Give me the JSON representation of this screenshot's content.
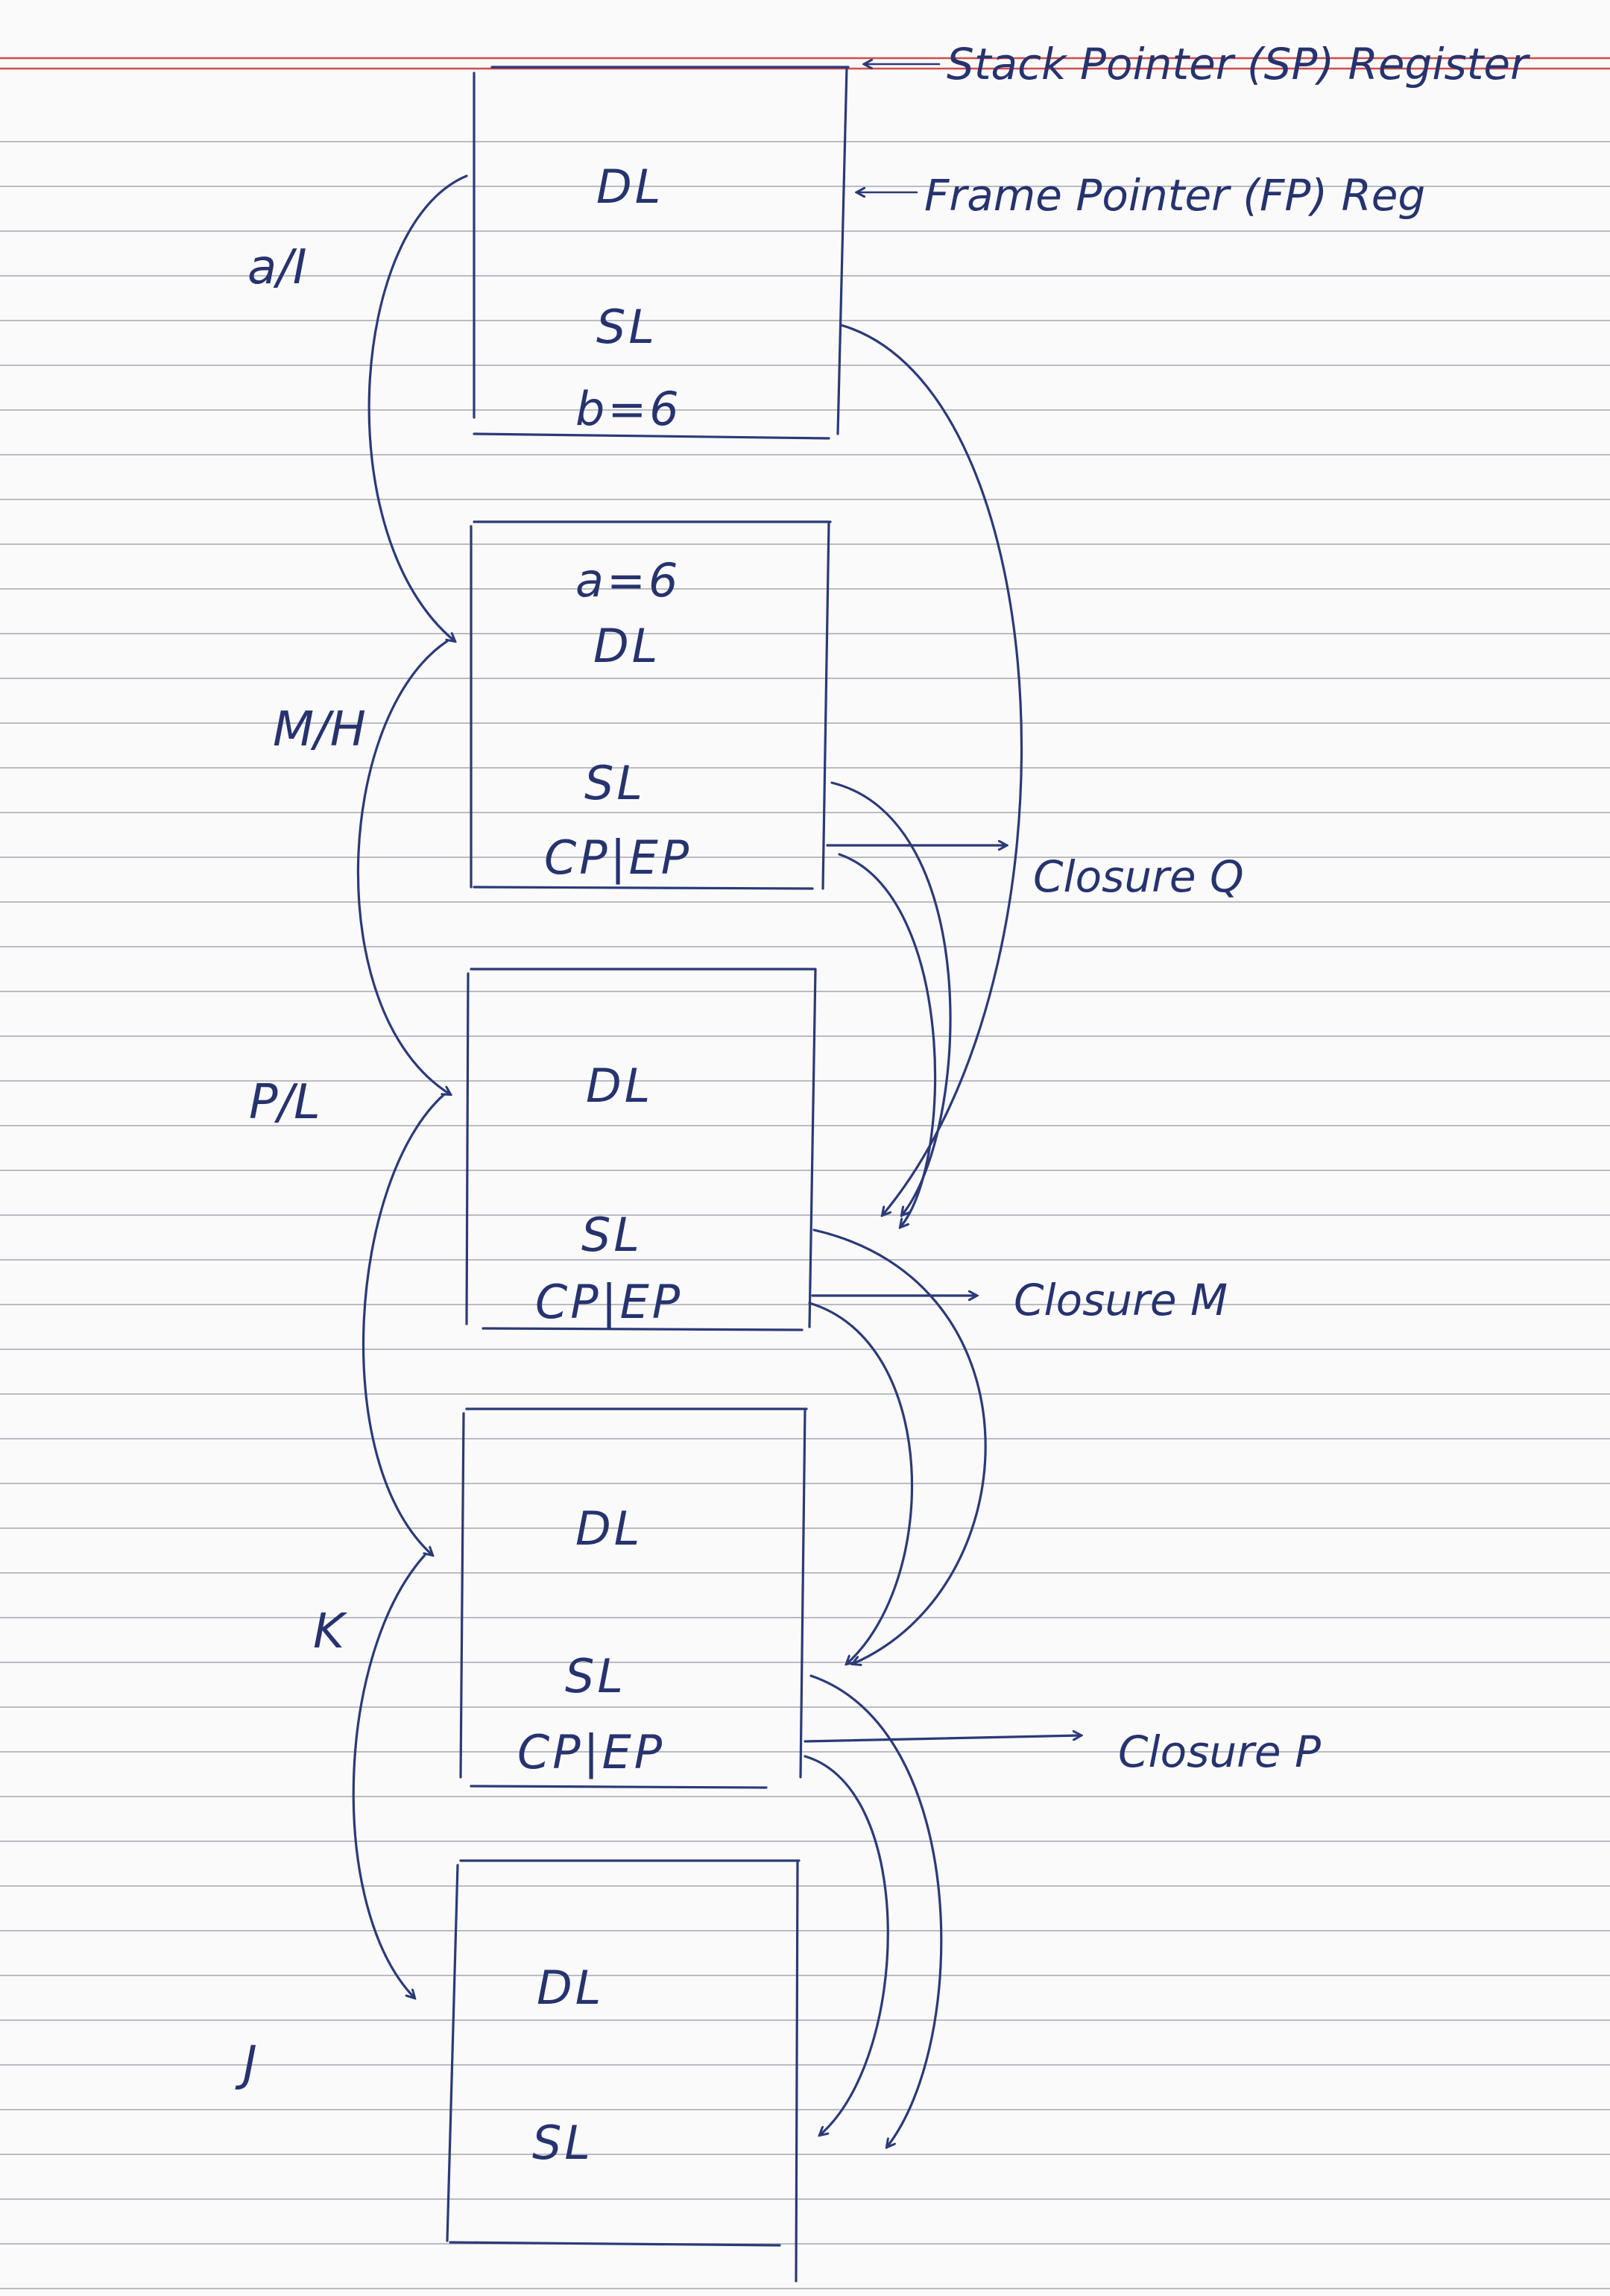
{
  "registers": {
    "sp": "Stack Pointer (SP) Register",
    "fp": "Frame Pointer (FP) Reg"
  },
  "frames": [
    {
      "label": "a/I",
      "slots": [
        "DL",
        "SL",
        "b=6"
      ]
    },
    {
      "label": "M/H",
      "slots": [
        "a=6",
        "DL",
        "SL",
        "CP|EP"
      ]
    },
    {
      "label": "P/L",
      "slots": [
        "DL",
        "SL",
        "CP|EP"
      ]
    },
    {
      "label": "K",
      "slots": [
        "DL",
        "SL",
        "CP|EP"
      ]
    },
    {
      "label": "J",
      "slots": [
        "DL",
        "SL"
      ]
    }
  ],
  "closures": [
    {
      "text": "Closure Q"
    },
    {
      "text": "Closure M"
    },
    {
      "text": "Closure P"
    }
  ],
  "links": {
    "dynamic": [
      "DL",
      "DL",
      "DL",
      "DL"
    ],
    "static": [
      "SL",
      "SL",
      "SL",
      "SL",
      "SL",
      "SL"
    ]
  },
  "colors": {
    "ink": "#2b3a78",
    "rule": "#b9bcc2",
    "margin": "#d24b4b",
    "paper": "#fafafa"
  }
}
